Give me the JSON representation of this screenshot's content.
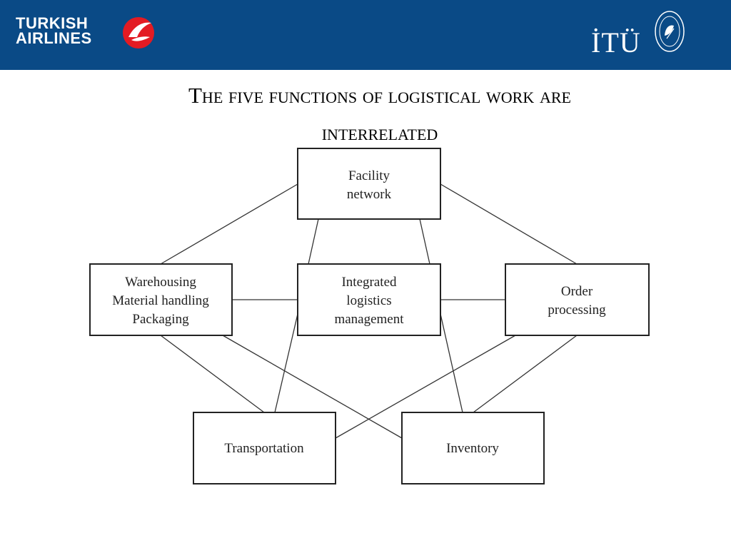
{
  "header": {
    "airline_logo": {
      "line1": "TURKISH",
      "line2": "AIRLINES",
      "icon": "airline-tail-icon"
    },
    "university_logo": {
      "text": "İTÜ",
      "icon": "university-seal-icon"
    },
    "band_color": "#0a4a86"
  },
  "slide": {
    "title_line1": "The five functions of logistical work are",
    "title_line2": "interrelated"
  },
  "diagram": {
    "nodes": {
      "facility": [
        "Facility",
        "network"
      ],
      "warehousing": [
        "Warehousing",
        "Material handling",
        "Packaging"
      ],
      "integrated": [
        "Integrated",
        "logistics",
        "management"
      ],
      "order": [
        "Order",
        "processing"
      ],
      "transportation": [
        "Transportation"
      ],
      "inventory": [
        "Inventory"
      ]
    },
    "edges": [
      [
        "facility",
        "warehousing"
      ],
      [
        "facility",
        "order"
      ],
      [
        "facility",
        "integrated"
      ],
      [
        "warehousing",
        "integrated"
      ],
      [
        "integrated",
        "order"
      ],
      [
        "warehousing",
        "transportation"
      ],
      [
        "warehousing",
        "inventory"
      ],
      [
        "integrated",
        "transportation"
      ],
      [
        "integrated",
        "inventory"
      ],
      [
        "order",
        "transportation"
      ],
      [
        "order",
        "inventory"
      ]
    ]
  }
}
